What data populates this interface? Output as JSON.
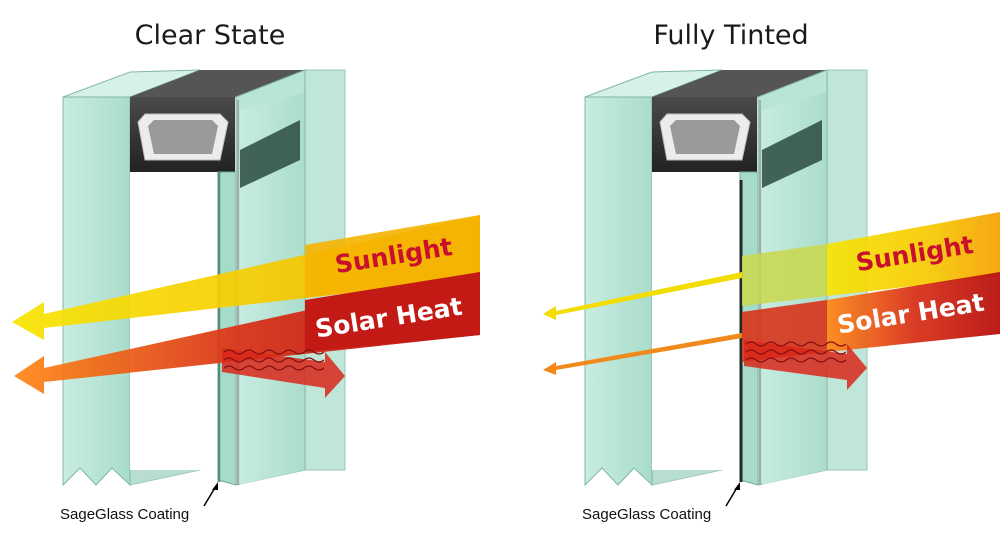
{
  "panels": [
    {
      "title": "Clear State",
      "sunlight_label": "Sunlight",
      "heat_label": "Solar Heat",
      "coating_label": "SageGlass Coating",
      "transmission": "high"
    },
    {
      "title": "Fully Tinted",
      "sunlight_label": "Sunlight",
      "heat_label": "Solar Heat",
      "coating_label": "SageGlass Coating",
      "transmission": "low"
    }
  ],
  "colors": {
    "glass_face": "#bfe6da",
    "glass_side": "#8ecbb8",
    "glass_edge": "#6fa995",
    "spacer": "#3a3a3a",
    "sunlight": "#f4d000",
    "sunlight_label": "#c8102e",
    "heat": "#c41a16",
    "heat_light": "#f39a1e",
    "heat_label": "#ffffff",
    "coating_clear": "#5a8c7e",
    "coating_tinted": "#1e2a28"
  }
}
